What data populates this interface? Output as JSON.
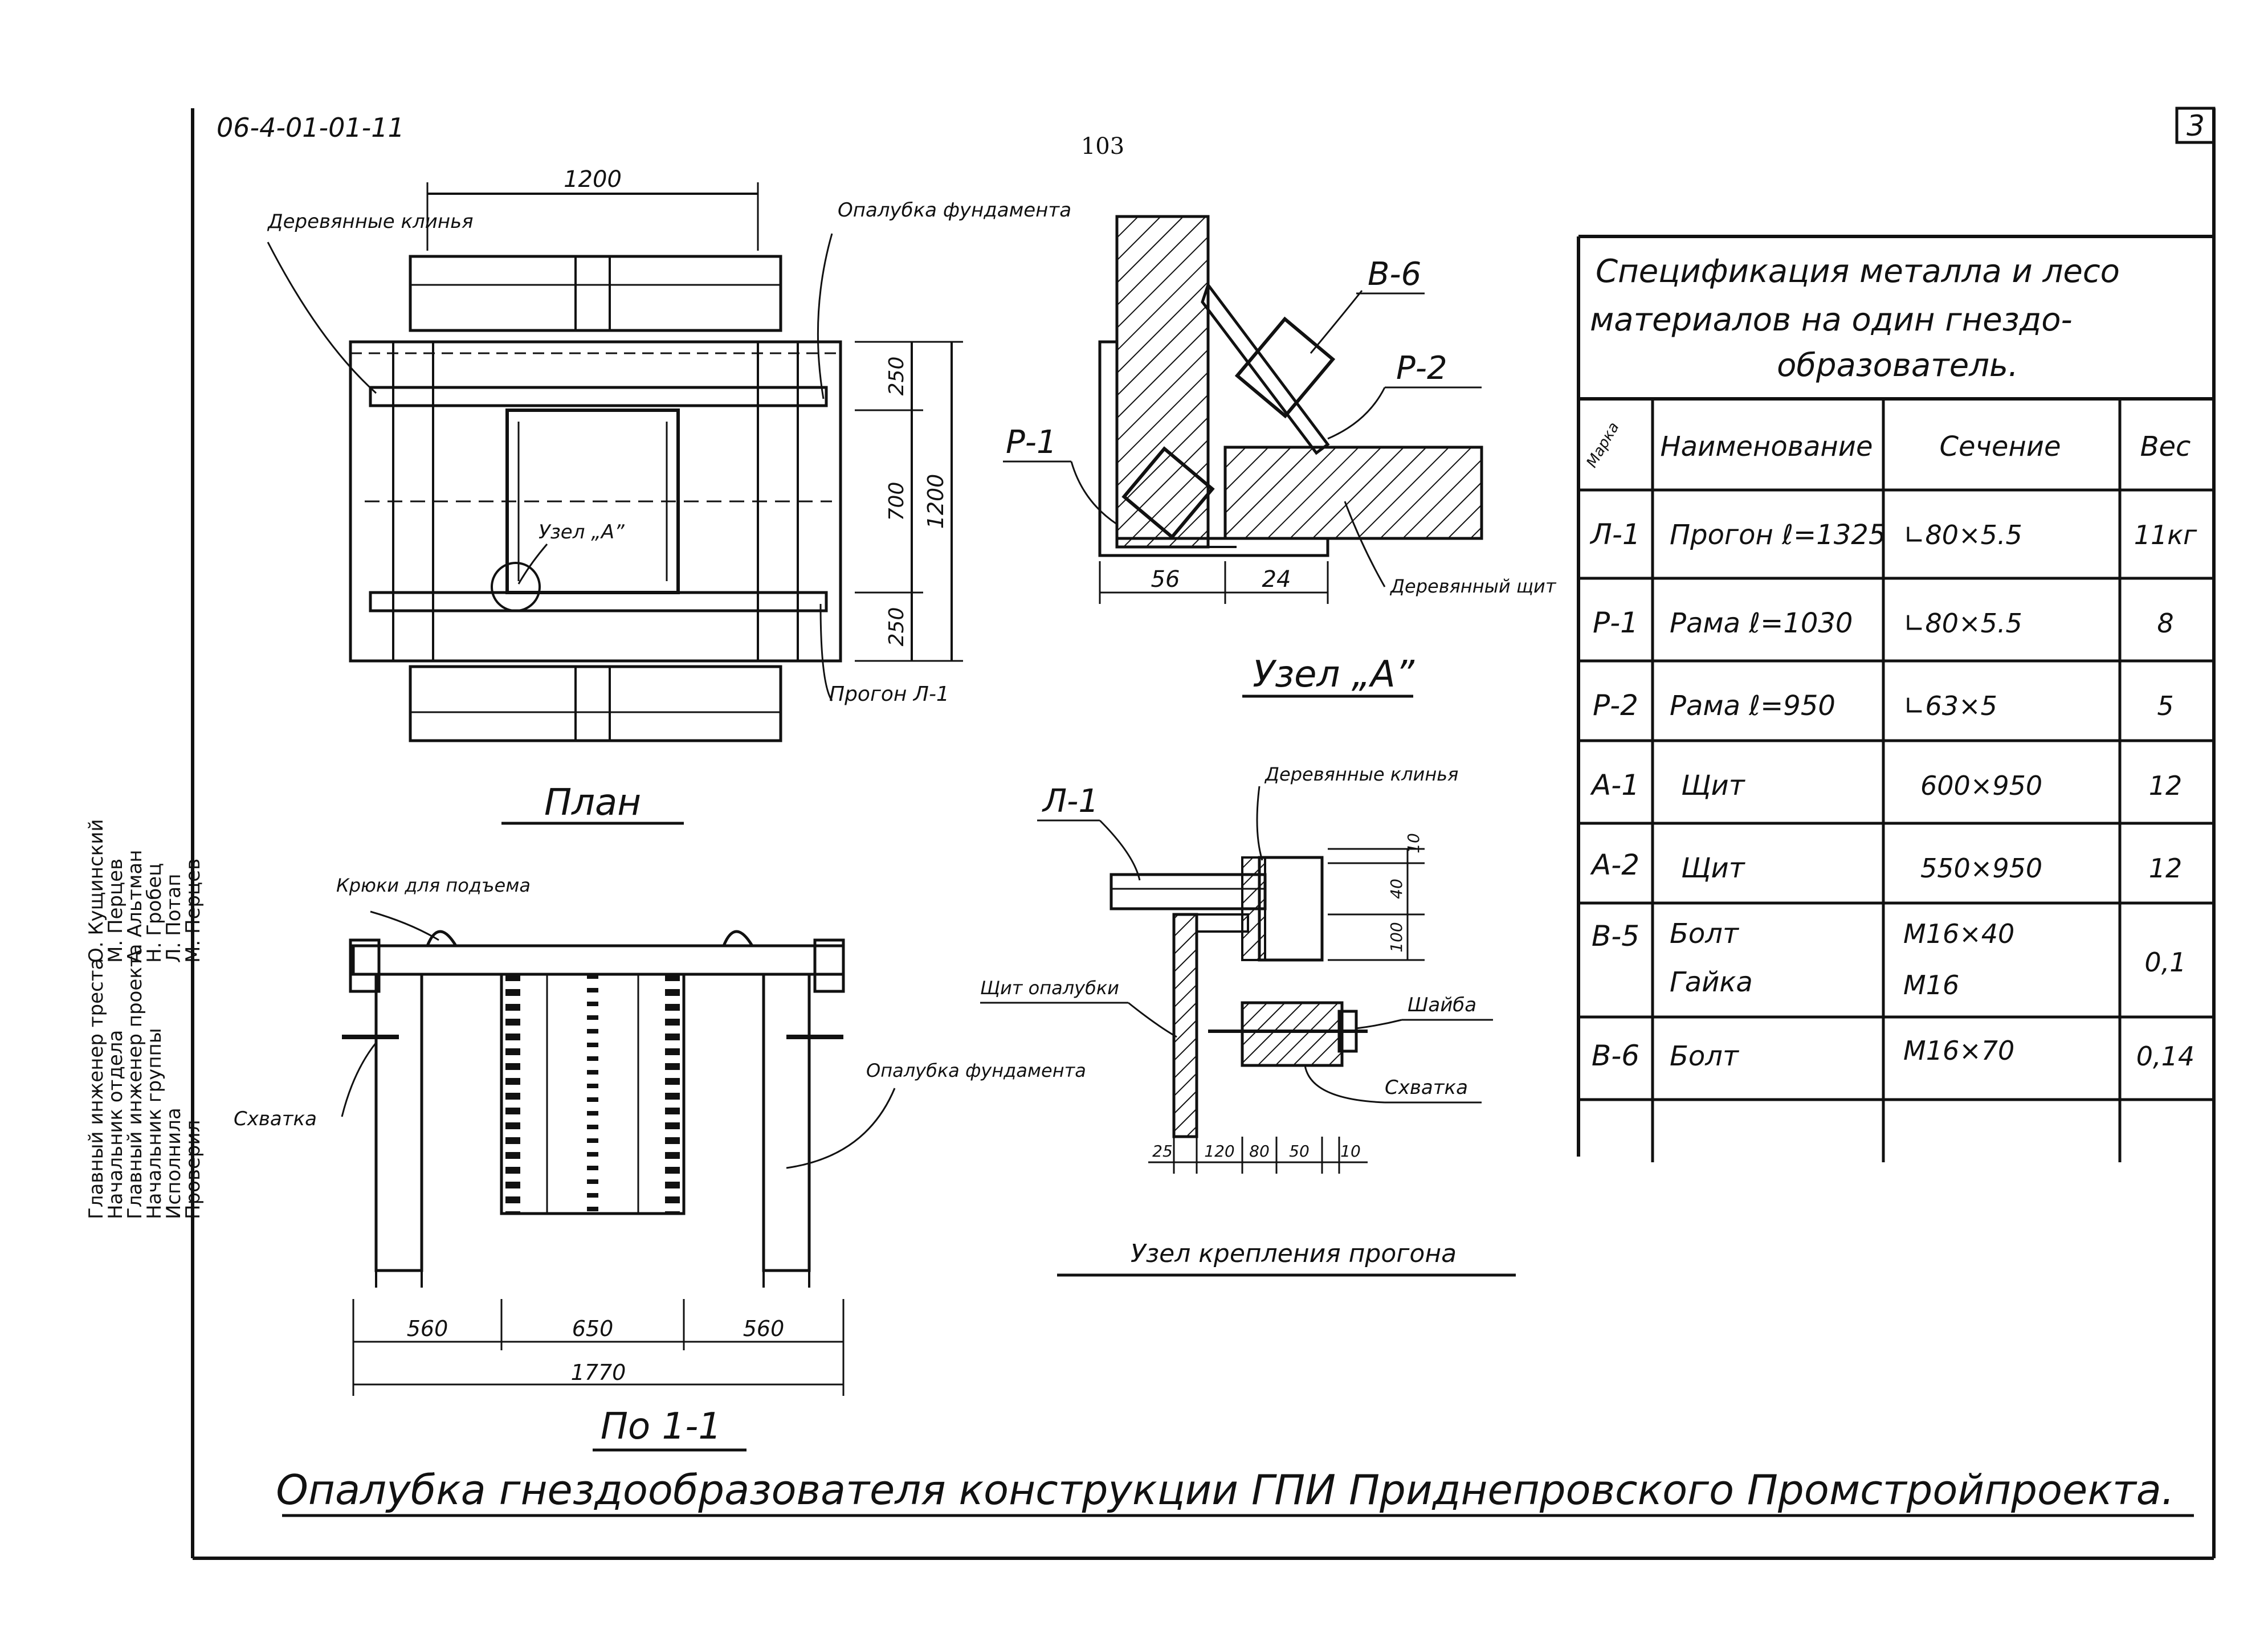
{
  "sheet": {
    "code": "06-4-01-01-11",
    "page_number": "103",
    "sheet_number": "3",
    "main_title": "Опалубка гнездообразователя конструкции ГПИ Приднепровского Промстройпроекта."
  },
  "side_stamp": {
    "roles": [
      "Главный инженер треста",
      "Начальник отдела",
      "Главный инженер проекта",
      "Начальник группы",
      "Исполнила",
      "Проверил"
    ],
    "names": [
      "О. Кущинский",
      "М. Перцев",
      "А. Альтман",
      "Н. Гробец",
      "Л. Потап",
      "М. Перцев"
    ]
  },
  "plan": {
    "title": "План",
    "dims": {
      "top": "1200",
      "right_total": "1200",
      "right_top": "250",
      "right_mid": "700",
      "right_bottom": "250"
    },
    "labels": {
      "wedges": "Деревянные клинья",
      "formwork": "Опалубка фундамента",
      "node": "Узел „А”",
      "purlin": "Прогон Л-1"
    }
  },
  "section": {
    "title": "По 1-1",
    "dims": {
      "left": "560",
      "mid": "650",
      "right": "560",
      "total": "1770"
    },
    "labels": {
      "hooks": "Крюки для подъема",
      "clamp": "Схватка",
      "formwork": "Опалубка фундамента"
    }
  },
  "node_a": {
    "title": "Узел „А”",
    "labels": {
      "v6": "В-6",
      "r2": "Р-2",
      "r1": "Р-1",
      "shield": "Деревянный щит"
    },
    "dims": {
      "d1": "56",
      "d2": "24"
    }
  },
  "node_purlin": {
    "title": "Узел крепления прогона",
    "labels": {
      "l1": "Л-1",
      "wedges": "Деревянные клинья",
      "shield": "Щит опалубки",
      "washer": "Шайба",
      "clamp": "Схватка"
    },
    "dims": {
      "b1": "25",
      "b2": "120",
      "b3": "80",
      "b4": "50",
      "b5": "10",
      "v1": "10",
      "v2": "40",
      "v3": "100"
    }
  },
  "spec": {
    "title": [
      "Спецификация металла и лесо",
      "материалов на один гнездо-",
      "образователь."
    ],
    "headers": [
      "Марка",
      "Наименование",
      "Сечение",
      "Вес"
    ],
    "rows": [
      {
        "mark": "Л-1",
        "name": "Прогон ℓ=1325",
        "section": "∟80×5.5",
        "weight": "11кг"
      },
      {
        "mark": "Р-1",
        "name": "Рама ℓ=1030",
        "section": "∟80×5.5",
        "weight": "8"
      },
      {
        "mark": "Р-2",
        "name": "Рама ℓ=950",
        "section": "∟63×5",
        "weight": "5"
      },
      {
        "mark": "А-1",
        "name": "Щит",
        "section": "600×950",
        "weight": "12"
      },
      {
        "mark": "А-2",
        "name": "Щит",
        "section": "550×950",
        "weight": "12"
      },
      {
        "mark": "В-5",
        "name": "Болт",
        "name2": "Гайка",
        "section": "М16×40",
        "section2": "М16",
        "weight": "0,1"
      },
      {
        "mark": "В-6",
        "name": "Болт",
        "section": "М16×70",
        "weight": "0,14"
      }
    ]
  }
}
